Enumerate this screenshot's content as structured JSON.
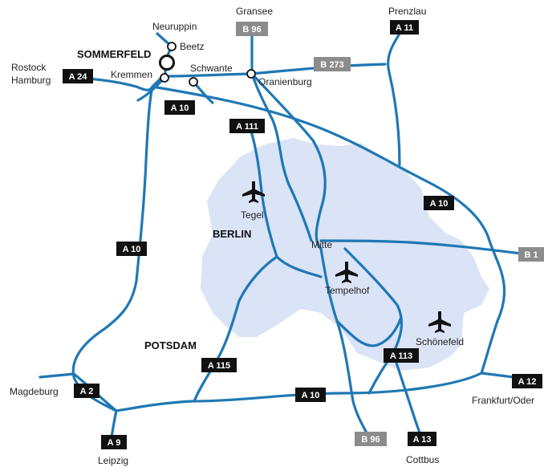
{
  "city": {
    "name": "BERLIN",
    "color": "#dbe3f6"
  },
  "colors": {
    "road": "#1f78b4",
    "autobahn_shield": "#111111",
    "bundesstrasse_shield": "#8c8c8c"
  },
  "places": {
    "sommerfeld": "SOMMERFELD",
    "neuruppin": "Neuruppin",
    "beetz": "Beetz",
    "gransee": "Gransee",
    "prenzlau": "Prenzlau",
    "rostock": "Rostock",
    "hamburg": "Hamburg",
    "kremmen": "Kremmen",
    "schwante": "Schwante",
    "oranienburg": "Oranienburg",
    "mitte": "Mitte",
    "potsdam": "POTSDAM",
    "magdeburg": "Magdeburg",
    "leipzig": "Leipzig",
    "cottbus": "Cottbus",
    "frankfurt_oder": "Frankfurt/Oder"
  },
  "airports": {
    "tegel": {
      "name": "Tegel",
      "icon": "airplane-icon"
    },
    "tempelhof": {
      "name": "Tempelhof",
      "icon": "airplane-icon"
    },
    "schoenefeld": {
      "name": "Schönefeld",
      "icon": "airplane-icon"
    }
  },
  "shields": {
    "b96_north": "B 96",
    "a11": "A 11",
    "b273": "B 273",
    "a24": "A 24",
    "a10_north": "A 10",
    "a111": "A 111",
    "a10_east": "A 10",
    "a10_west": "A 10",
    "b1": "B 1",
    "a115": "A 115",
    "a113": "A 113",
    "a2": "A 2",
    "a10_south": "A 10",
    "a12": "A 12",
    "a9": "A 9",
    "b96_south": "B 96",
    "a13": "A 13"
  }
}
